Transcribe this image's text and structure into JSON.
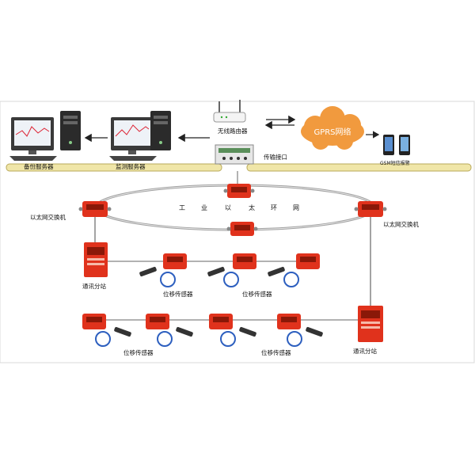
{
  "labels": {
    "backup_server": "备份服务器",
    "monitor_server": "监测服务器",
    "wireless_router": "无线路由器",
    "transfer_interface": "传输接口",
    "gprs_network": "GPRS网络",
    "sms_alarm": "GSM短信报警",
    "ethernet_switch_left": "以太网交换机",
    "ethernet_switch_right": "以太网交换机",
    "ring_chars": [
      "工",
      "业",
      "以",
      "太",
      "环",
      "网"
    ],
    "comm_station_left": "通讯分站",
    "comm_station_right": "通讯分站",
    "sensor_row1_a": "位移传感器",
    "sensor_row1_b": "位移传感器",
    "sensor_row2_a": "位移传感器",
    "sensor_row2_b": "位移传感器"
  },
  "colors": {
    "bus_bar": "#f0e6a8",
    "device_red": "#e0321c",
    "device_dark": "#8a1808",
    "cloud": "#f19a3e",
    "line": "#666666",
    "ring": "#9a9a9a"
  }
}
